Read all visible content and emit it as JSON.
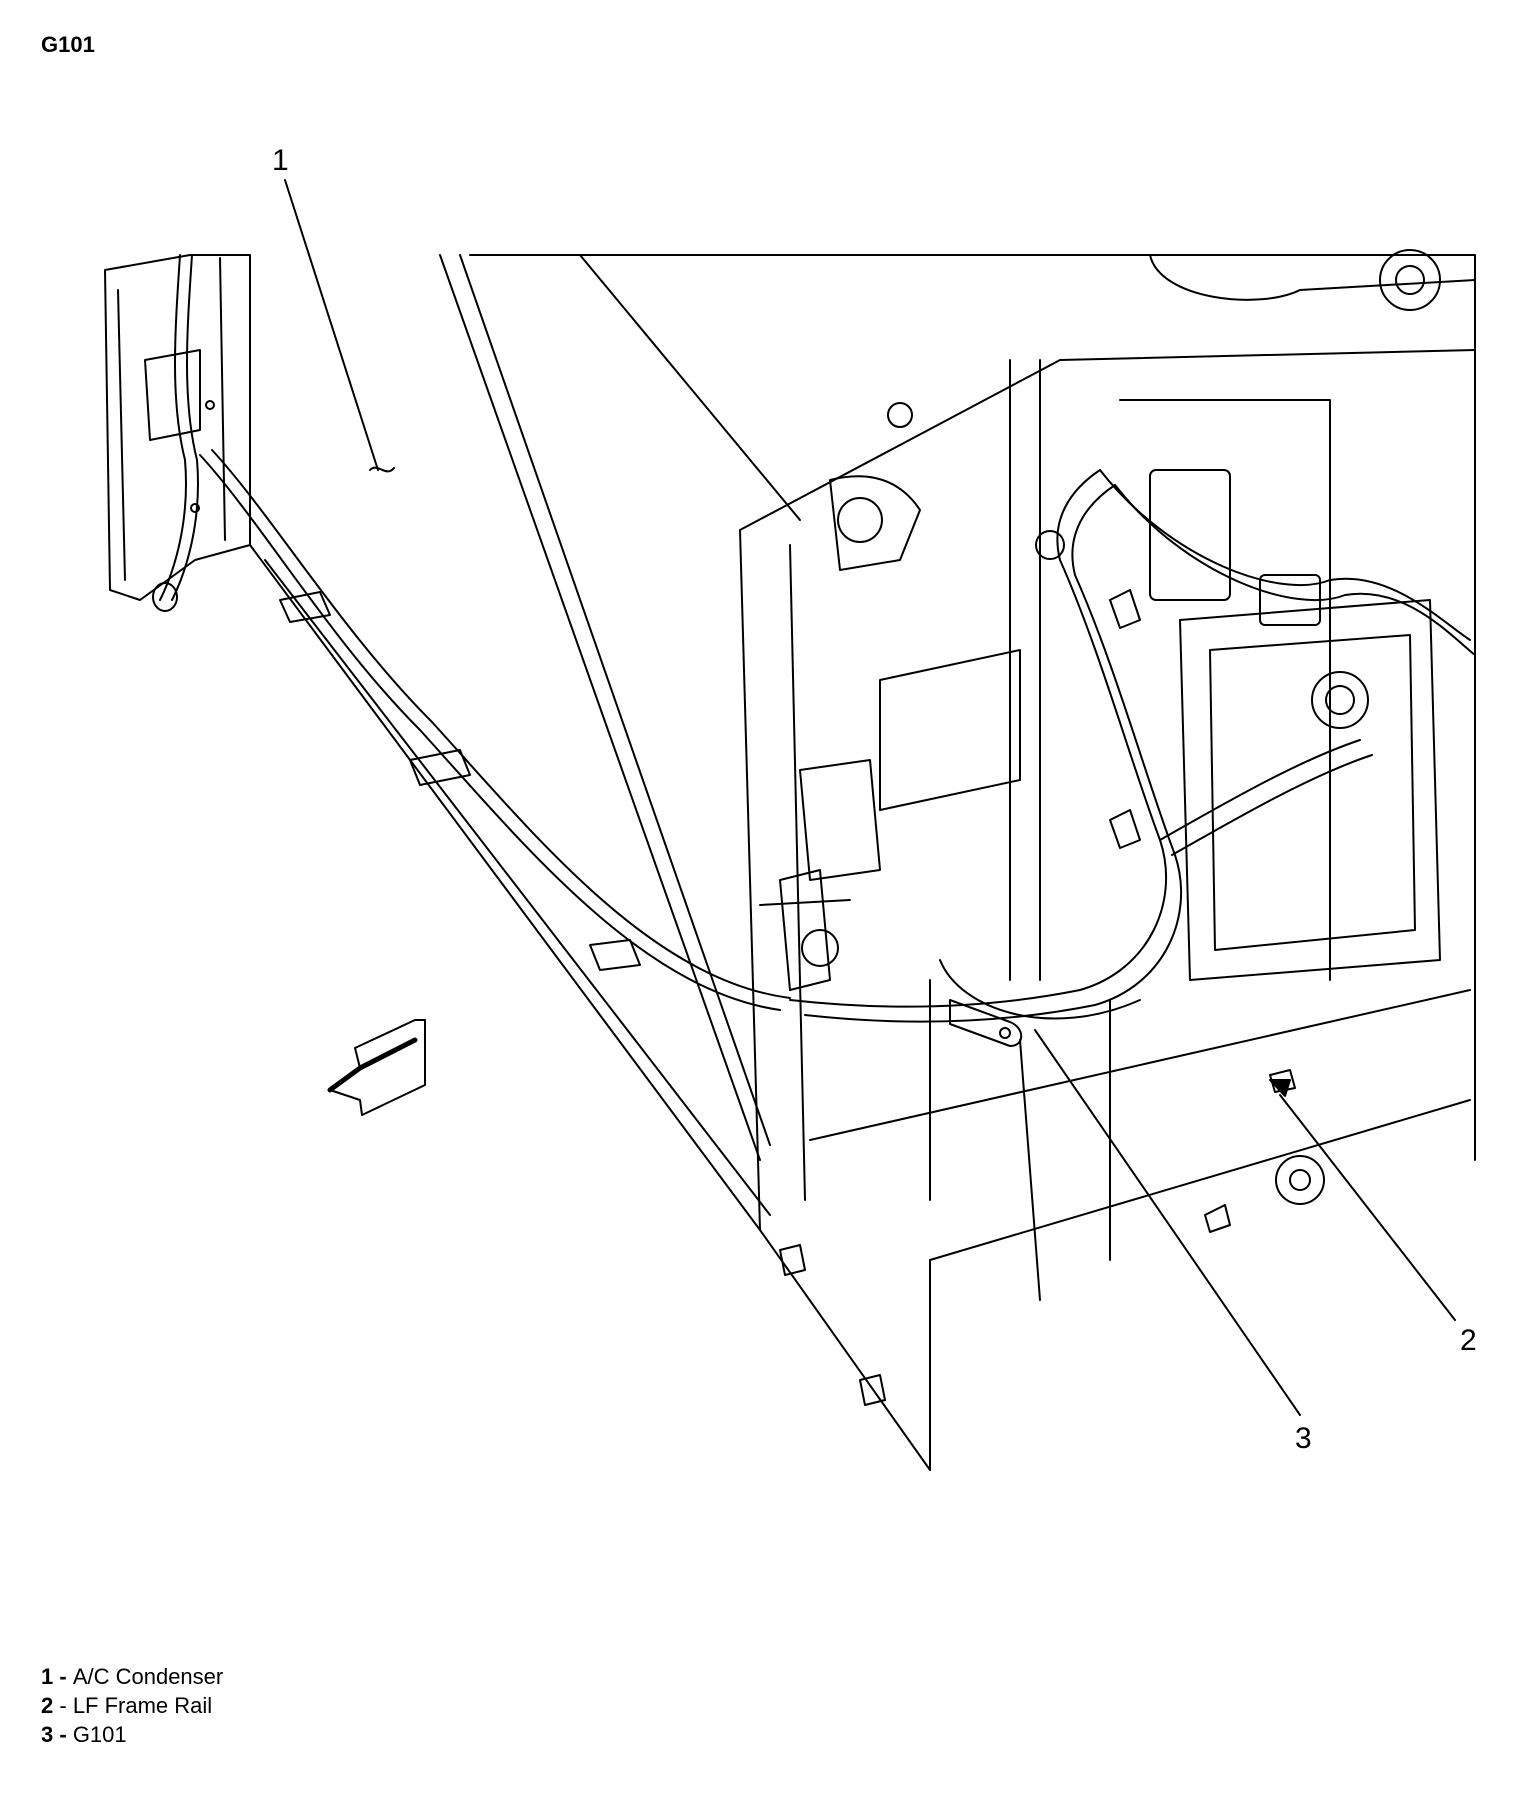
{
  "title": "G101",
  "callouts": {
    "c1": "1",
    "c2": "2",
    "c3": "3"
  },
  "legend": [
    {
      "num": "1",
      "sep": " - ",
      "text": "A/C Condenser"
    },
    {
      "num": "2",
      "sep": " - ",
      "text": "LF Frame Rail"
    },
    {
      "num": "3",
      "sep": " - ",
      "text": "G101"
    }
  ]
}
